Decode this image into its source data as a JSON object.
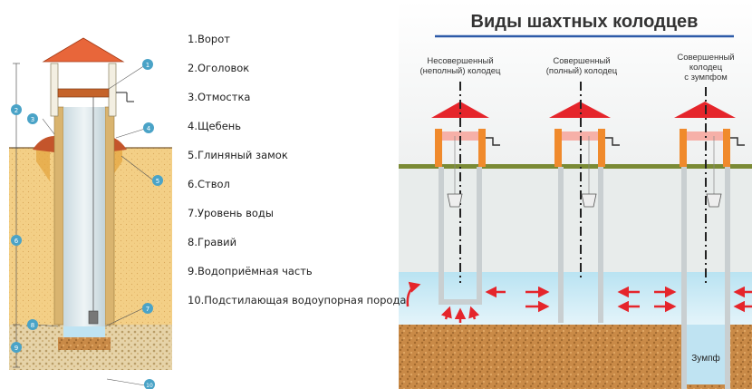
{
  "legend": {
    "items": [
      "1.Ворот",
      "2.Оголовок",
      "3.Отмостка",
      "4.Щебень",
      "5.Глиняный  замок",
      "6.Ствол",
      "7.Уровень воды",
      "8.Гравий",
      "9.Водоприёмная  часть",
      "10.Подстилающая  водоупорная порода"
    ]
  },
  "left_diagram": {
    "callout_numbers": [
      "1",
      "2",
      "3",
      "4",
      "5",
      "6",
      "7",
      "8",
      "9",
      "10"
    ]
  },
  "right_diagram": {
    "title": "Виды шахтных колодцев",
    "well_types": [
      {
        "line1": "Несовершенный",
        "line2": "(неполный) колодец",
        "line3": ""
      },
      {
        "line1": "Совершенный",
        "line2": "(полный) колодец",
        "line3": ""
      },
      {
        "line1": "Совершенный",
        "line2": "колодец",
        "line3": "с зумпфом"
      }
    ],
    "sump_label": "Зумпф"
  },
  "colors": {
    "roof_left": "#e8663a",
    "soil_left": "#f2c77a",
    "roof_right": "#e5252b",
    "frame_orange": "#f08a2c",
    "water": "#cfe9f4",
    "gravel": "#c8843c",
    "arrow": "#e5252b",
    "title_rule": "#2d5aa8"
  }
}
